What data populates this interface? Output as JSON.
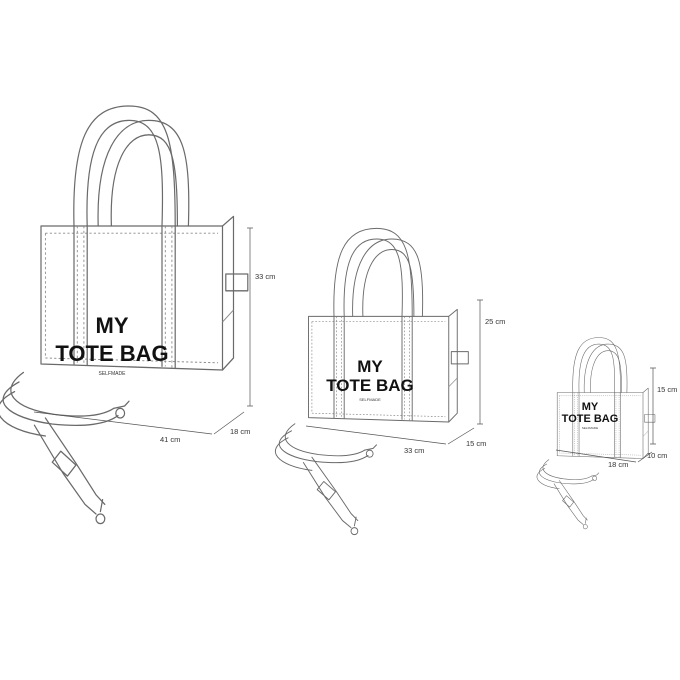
{
  "bags": [
    {
      "title_line1": "MY",
      "title_line2": "TOTE BAG",
      "sub": "SELFMADE",
      "height": "33 cm",
      "width": "41 cm",
      "depth": "18 cm"
    },
    {
      "title_line1": "MY",
      "title_line2": "TOTE BAG",
      "sub": "SELFMADE",
      "height": "25 cm",
      "width": "33 cm",
      "depth": "15 cm"
    },
    {
      "title_line1": "MY",
      "title_line2": "TOTE BAG",
      "sub": "SELFMADE",
      "height": "15 cm",
      "width": "18 cm",
      "depth": "10 cm"
    }
  ]
}
